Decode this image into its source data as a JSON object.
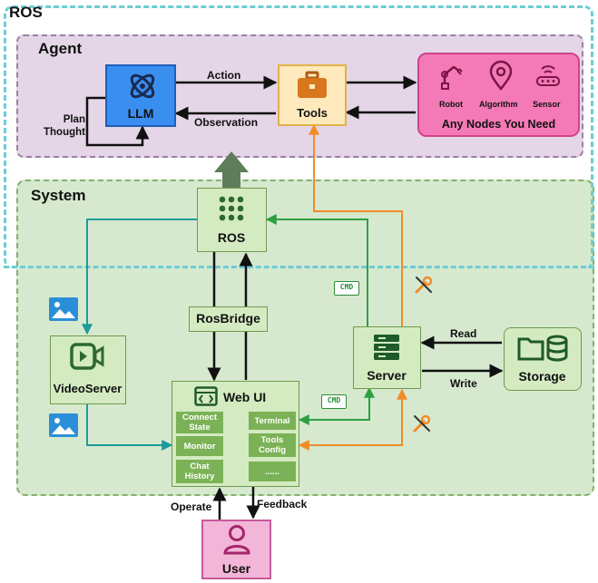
{
  "diagram": {
    "ros_region": "ROS",
    "agent_region": "Agent",
    "system_region": "System",
    "llm": "LLM",
    "tools": "Tools",
    "any_nodes": {
      "title": "Any Nodes You Need",
      "robot": "Robot",
      "algorithm": "Algorithm",
      "sensor": "Sensor"
    },
    "edges": {
      "action": "Action",
      "observation": "Observation",
      "plan_thought": "Plan\nThought",
      "read": "Read",
      "write": "Write",
      "operate": "Operate",
      "feedback": "Feedback",
      "cmd": "CMD"
    },
    "ros_node": "ROS",
    "rosbridge": "RosBridge",
    "videoserver": "VideoServer",
    "server": "Server",
    "storage": "Storage",
    "webui": {
      "title": "Web UI",
      "left_items": [
        "Connect\nState",
        "Monitor",
        "Chat\nHistory"
      ],
      "right_items": [
        "Terminal",
        "Tools\nConfig",
        "......"
      ]
    },
    "user": "User",
    "colors": {
      "agent_bg": "#e4d6e6",
      "system_bg": "#d6e9cf",
      "llm": "#3a8ef0",
      "tools": "#fde9bb",
      "nodes_bg": "#f47ab7",
      "teal_arrow": "#1f9a9a",
      "orange_arrow": "#f28c28",
      "green_arrow": "#2ea043",
      "ros_border_dash": "#6ccdd4"
    }
  }
}
